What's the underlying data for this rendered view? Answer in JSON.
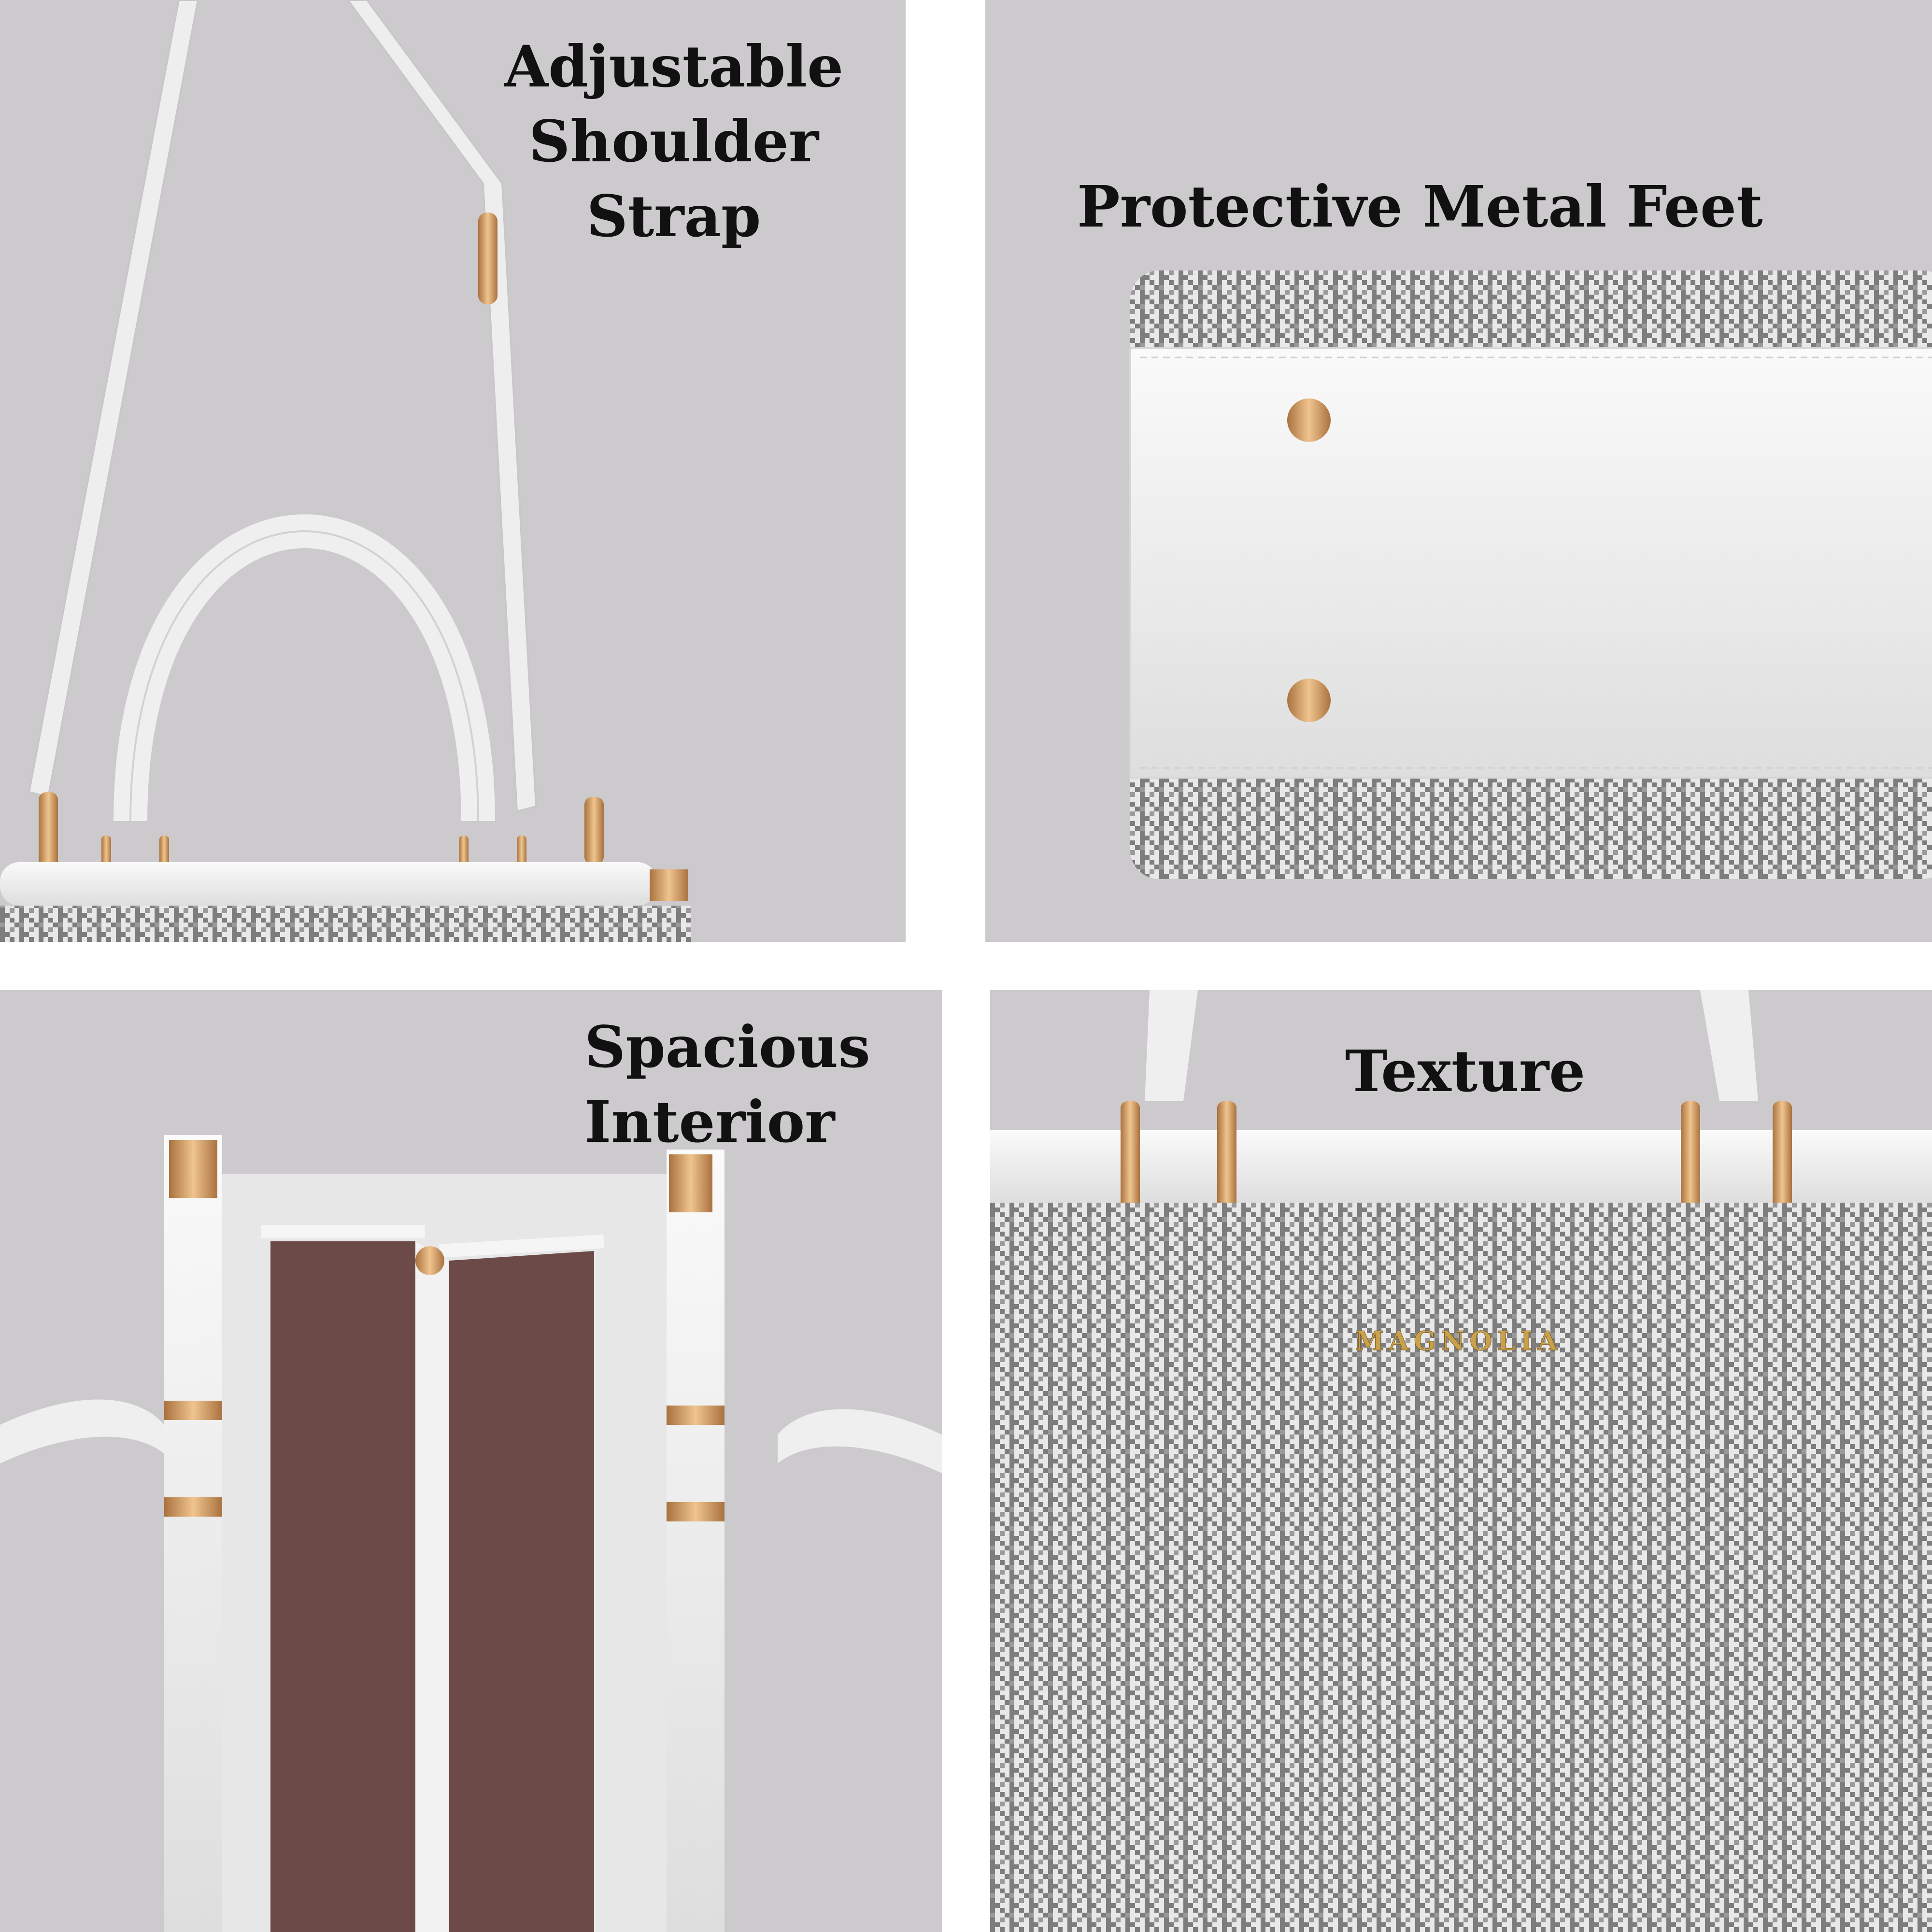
{
  "panels": [
    {
      "caption": "Adjustable Shoulder Strap"
    },
    {
      "caption": "Protective Metal Feet"
    },
    {
      "caption": "Spacious Interior"
    },
    {
      "caption": "Texture"
    }
  ],
  "brand": "MAGNOLIA",
  "colors": {
    "background": "#cccacc",
    "bag_white": "#f1f1f1",
    "houndstooth_dark": "#7d7d7d",
    "hardware_rose_gold": "#c98a5a",
    "hardware_gold": "#c9a14a",
    "lining": "#6b4a48"
  }
}
